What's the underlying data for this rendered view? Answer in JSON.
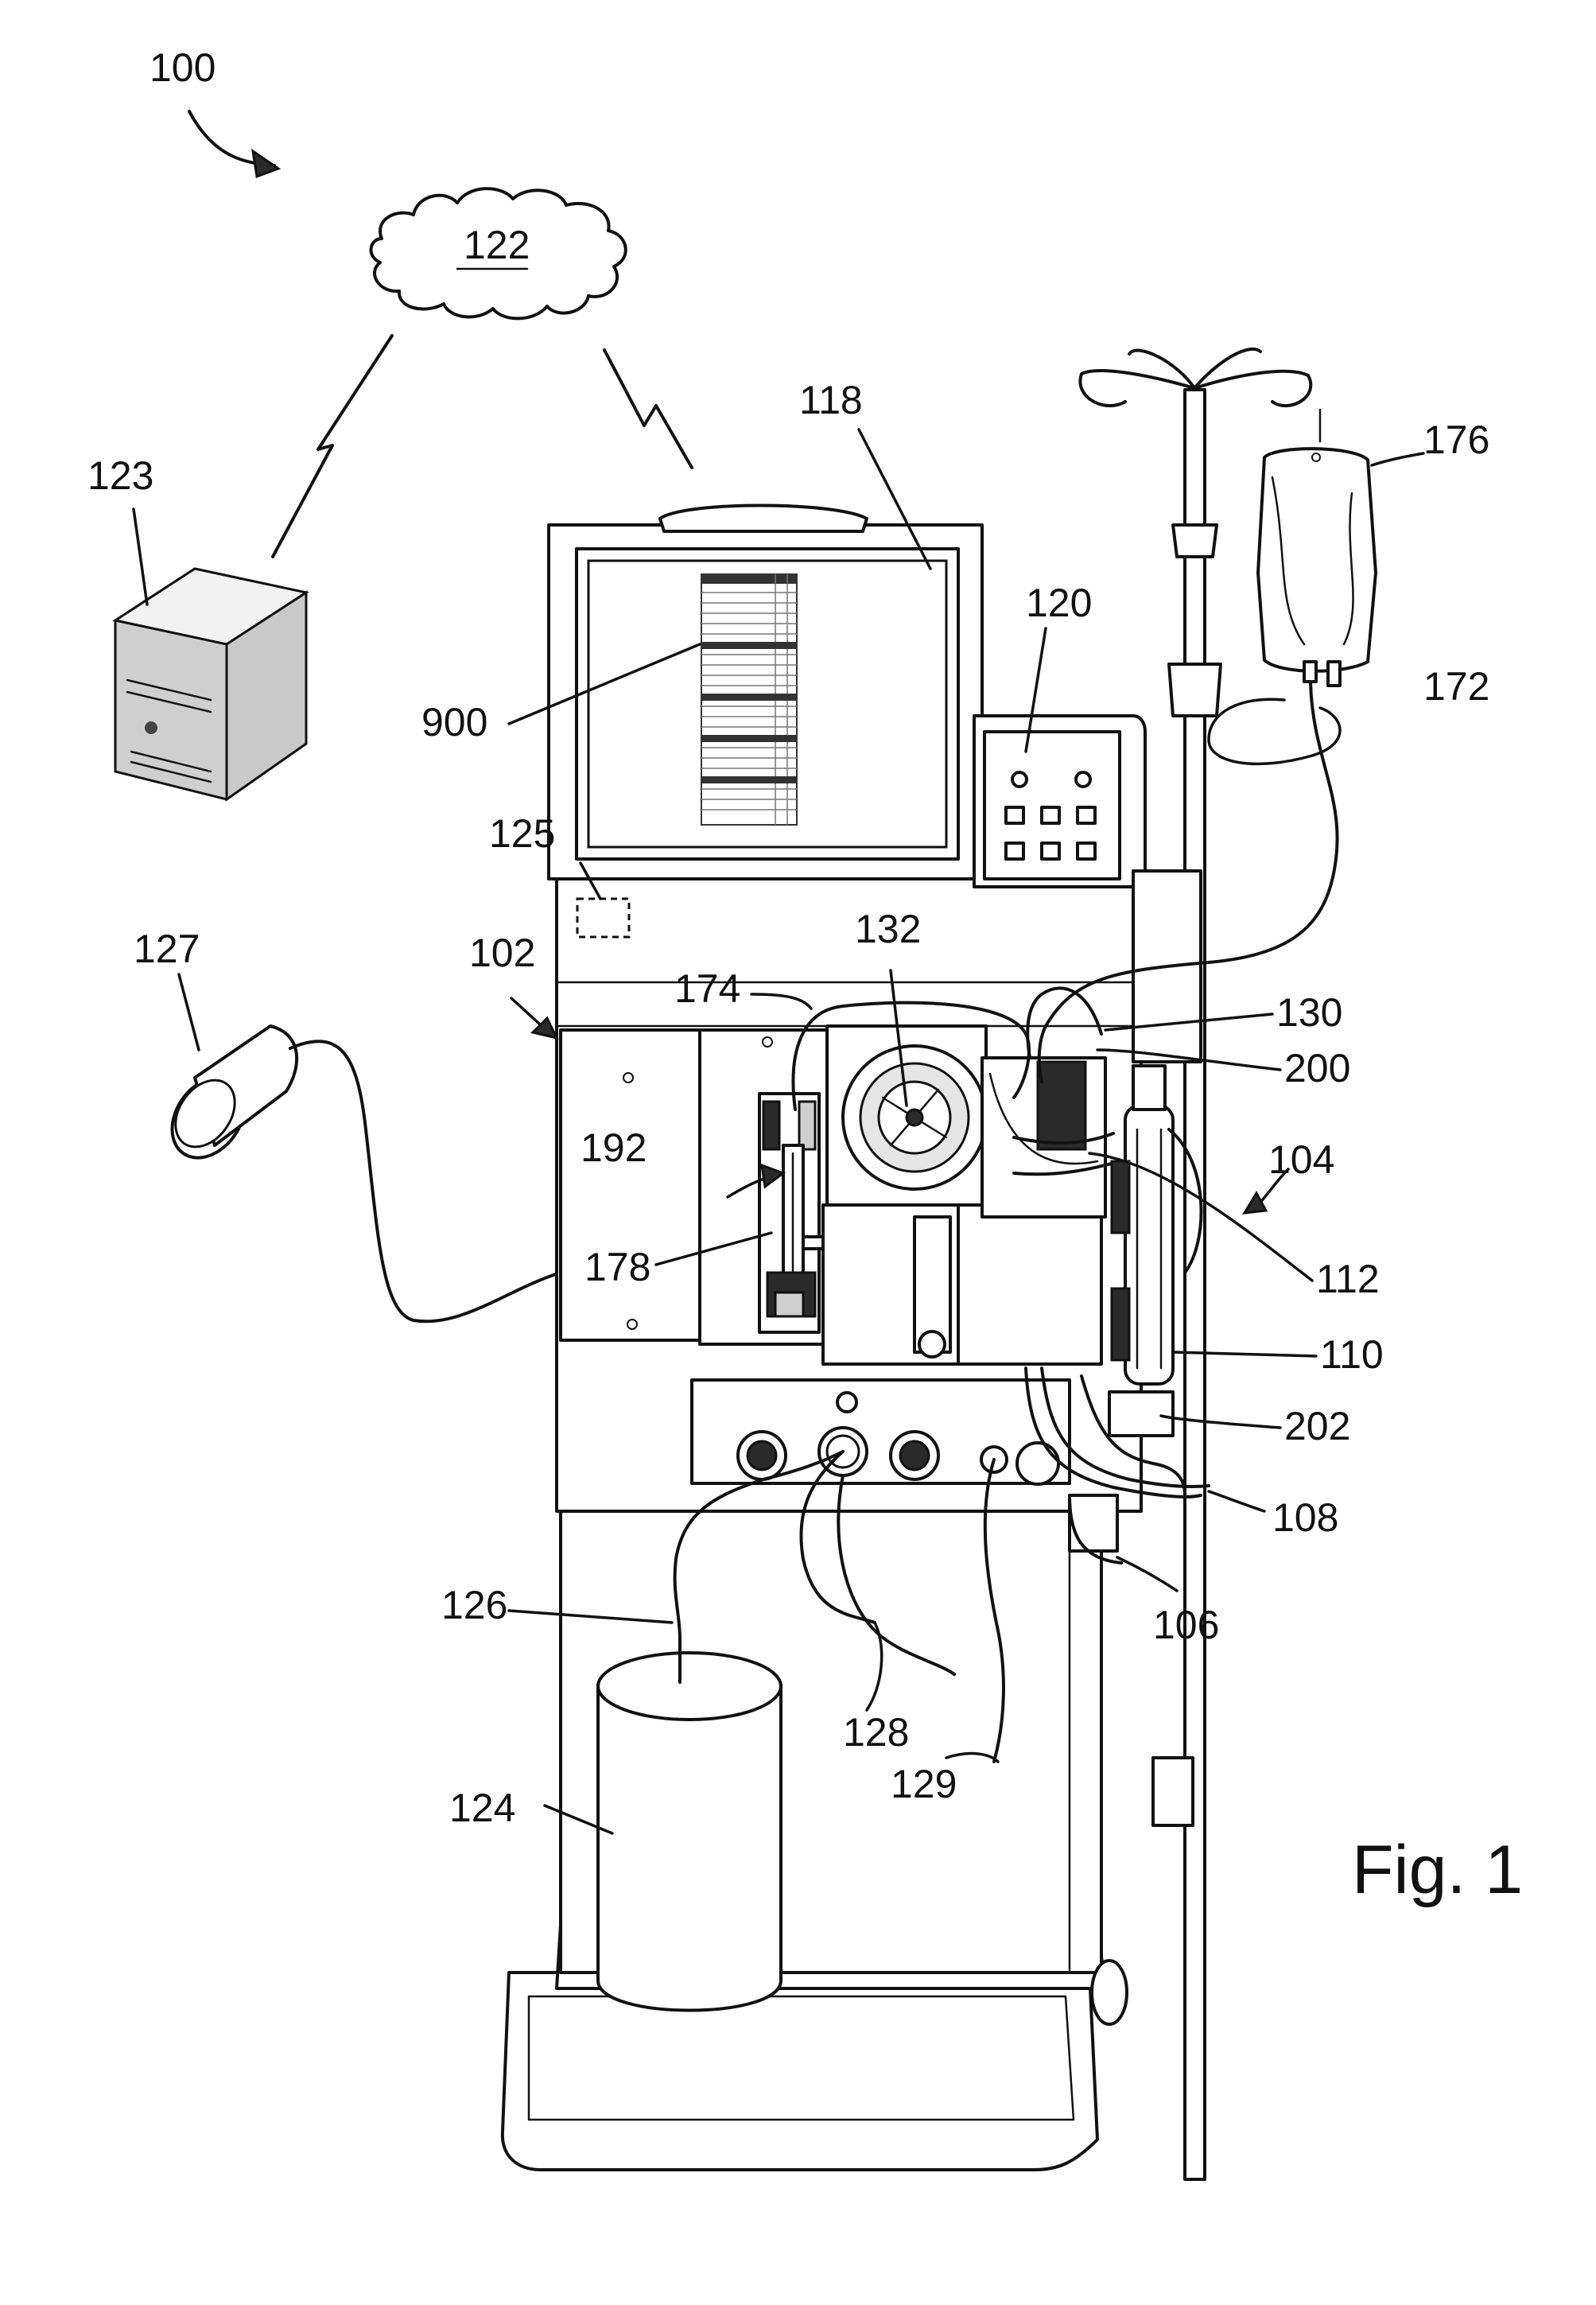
{
  "figure": {
    "caption": "Fig. 1",
    "reference_numerals": {
      "system": "100",
      "dialysis_machine": "102",
      "module": "104",
      "line_106": "106",
      "line_108": "108",
      "dialyzer": "110",
      "component_112": "112",
      "display": "118",
      "control_panel": "120",
      "network": "122",
      "server": "123",
      "bag": "124",
      "reader": "125",
      "line_126": "126",
      "sensor": "127",
      "line_128": "128",
      "line_129": "129",
      "line_130": "130",
      "pump": "132",
      "line_172": "172",
      "line_174": "174",
      "iv_bag": "176",
      "syringe": "178",
      "syringe_pump": "192",
      "line_200": "200",
      "line_202": "202",
      "screen_table": "900"
    }
  }
}
